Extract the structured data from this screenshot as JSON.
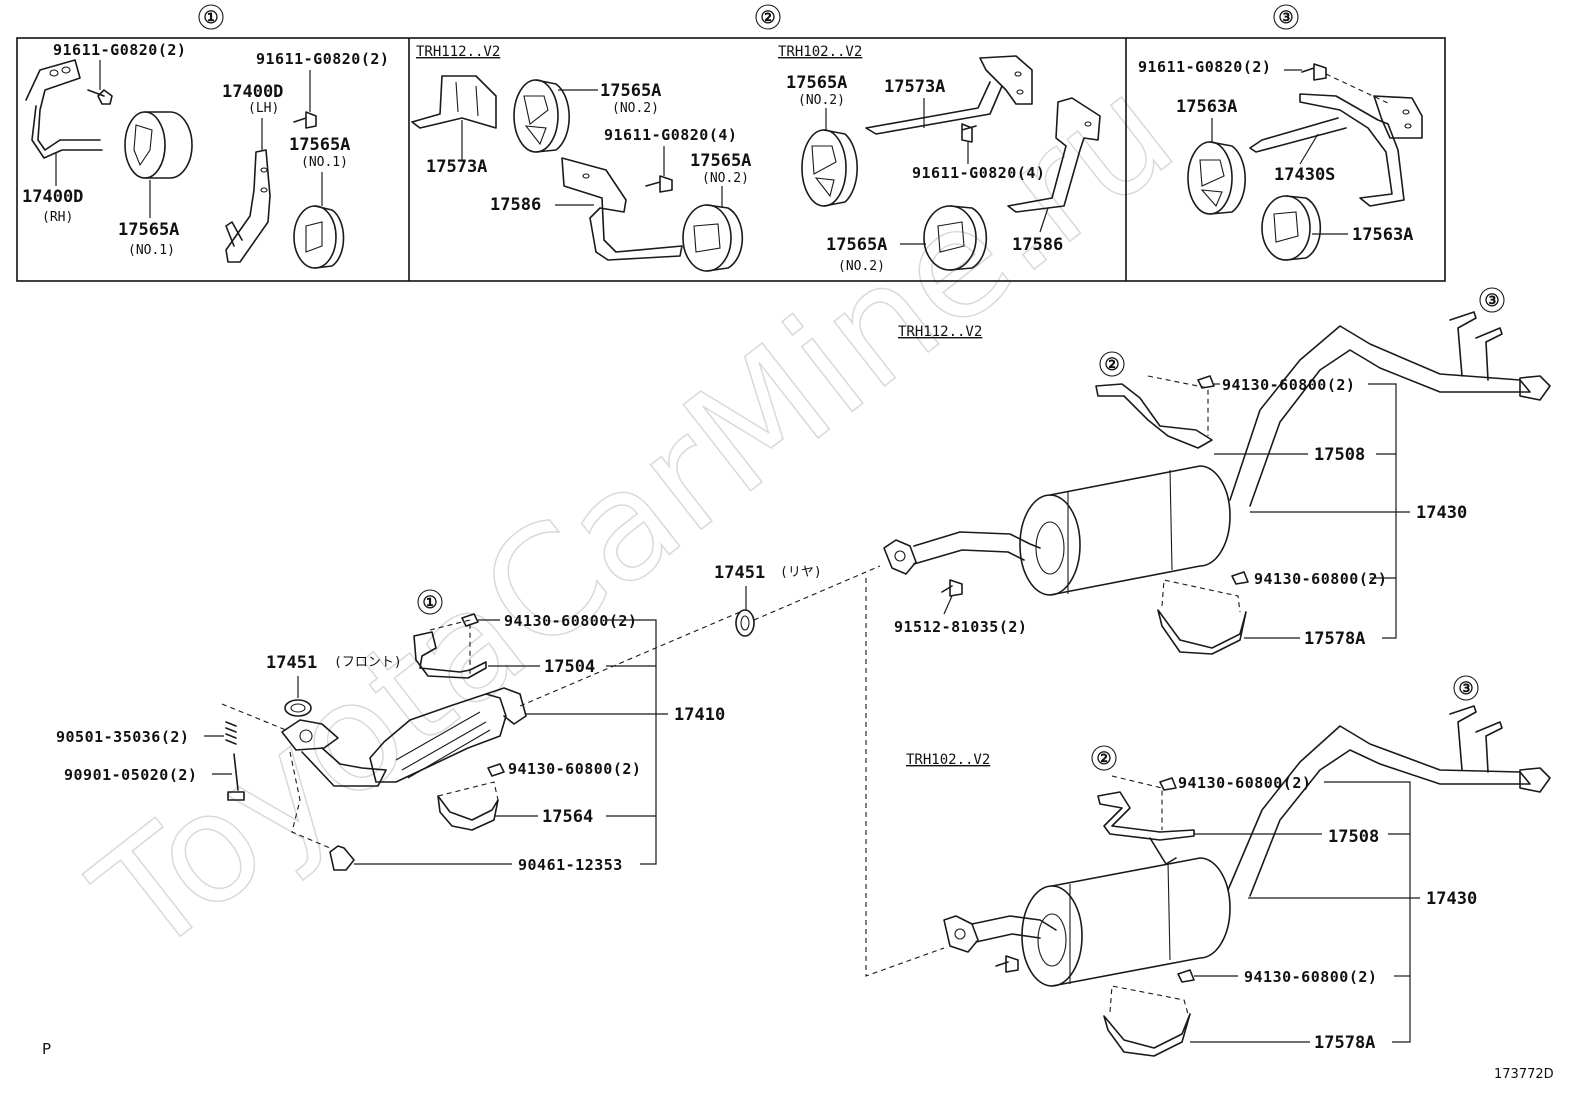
{
  "sections": [
    {
      "marker": "①"
    },
    {
      "marker": "②",
      "variants": [
        "TRH112..V2",
        "TRH102..V2"
      ]
    },
    {
      "marker": "③"
    }
  ],
  "box1": {
    "bolt_top_left": "91611-G0820(2)",
    "bolt_top_right": "91611-G0820(2)",
    "hanger_lh": "17400D",
    "hanger_lh_note": "(LH)",
    "hanger_rh": "17400D",
    "hanger_rh_note": "(RH)",
    "cushion_a": "17565A",
    "cushion_a_note": "(NO.1)",
    "cushion_b": "17565A",
    "cushion_b_note": "(NO.1)"
  },
  "box2": {
    "variant_a": "TRH112..V2",
    "variant_b": "TRH102..V2",
    "bracket_a": "17573A",
    "cushion_a": "17565A",
    "cushion_a_note": "(NO.2)",
    "bolt_a": "91611-G0820(4)",
    "cushion_b": "17565A",
    "cushion_b_note": "(NO.2)",
    "hanger_a": "17586",
    "cushion_c": "17565A",
    "cushion_c_note": "(NO.2)",
    "bracket_b": "17573A",
    "bolt_b": "91611-G0820(4)",
    "hanger_b": "17586",
    "cushion_d": "17565A",
    "cushion_d_note": "(NO.2)"
  },
  "box3": {
    "bolt": "91611-G0820(2)",
    "cushion_a": "17563A",
    "hanger": "17430S",
    "cushion_b": "17563A"
  },
  "main": {
    "variant_top": "TRH112..V2",
    "variant_bottom": "TRH102..V2",
    "gasket_rear": "17451",
    "gasket_rear_note": "(リヤ)",
    "bolt_rear": "91512-81035(2)",
    "gasket_front": "17451",
    "gasket_front_note": "(フロント)",
    "nut_front_top": "94130-60800(2)",
    "bracket_front": "17504",
    "converter": "17410",
    "nut_front_bottom": "94130-60800(2)",
    "shield_front": "17564",
    "spring": "90501-35036(2)",
    "bolt_front": "90901-05020(2)",
    "nut_flange": "90461-12353",
    "top_nut_a": "94130-60800(2)",
    "top_bracket": "17508",
    "top_muffler": "17430",
    "top_nut_b": "94130-60800(2)",
    "top_shield": "17578A",
    "bot_nut_a": "94130-60800(2)",
    "bot_bracket": "17508",
    "bot_muffler": "17430",
    "bot_nut_b": "94130-60800(2)",
    "bot_shield": "17578A",
    "circle_2a": "②",
    "circle_3a": "③",
    "circle_2b": "②",
    "circle_3b": "③",
    "circle_1": "①"
  },
  "footer": {
    "left_mark": "P",
    "diagram_id": "173772D"
  },
  "watermark": "ToyotaCarMine.ru"
}
